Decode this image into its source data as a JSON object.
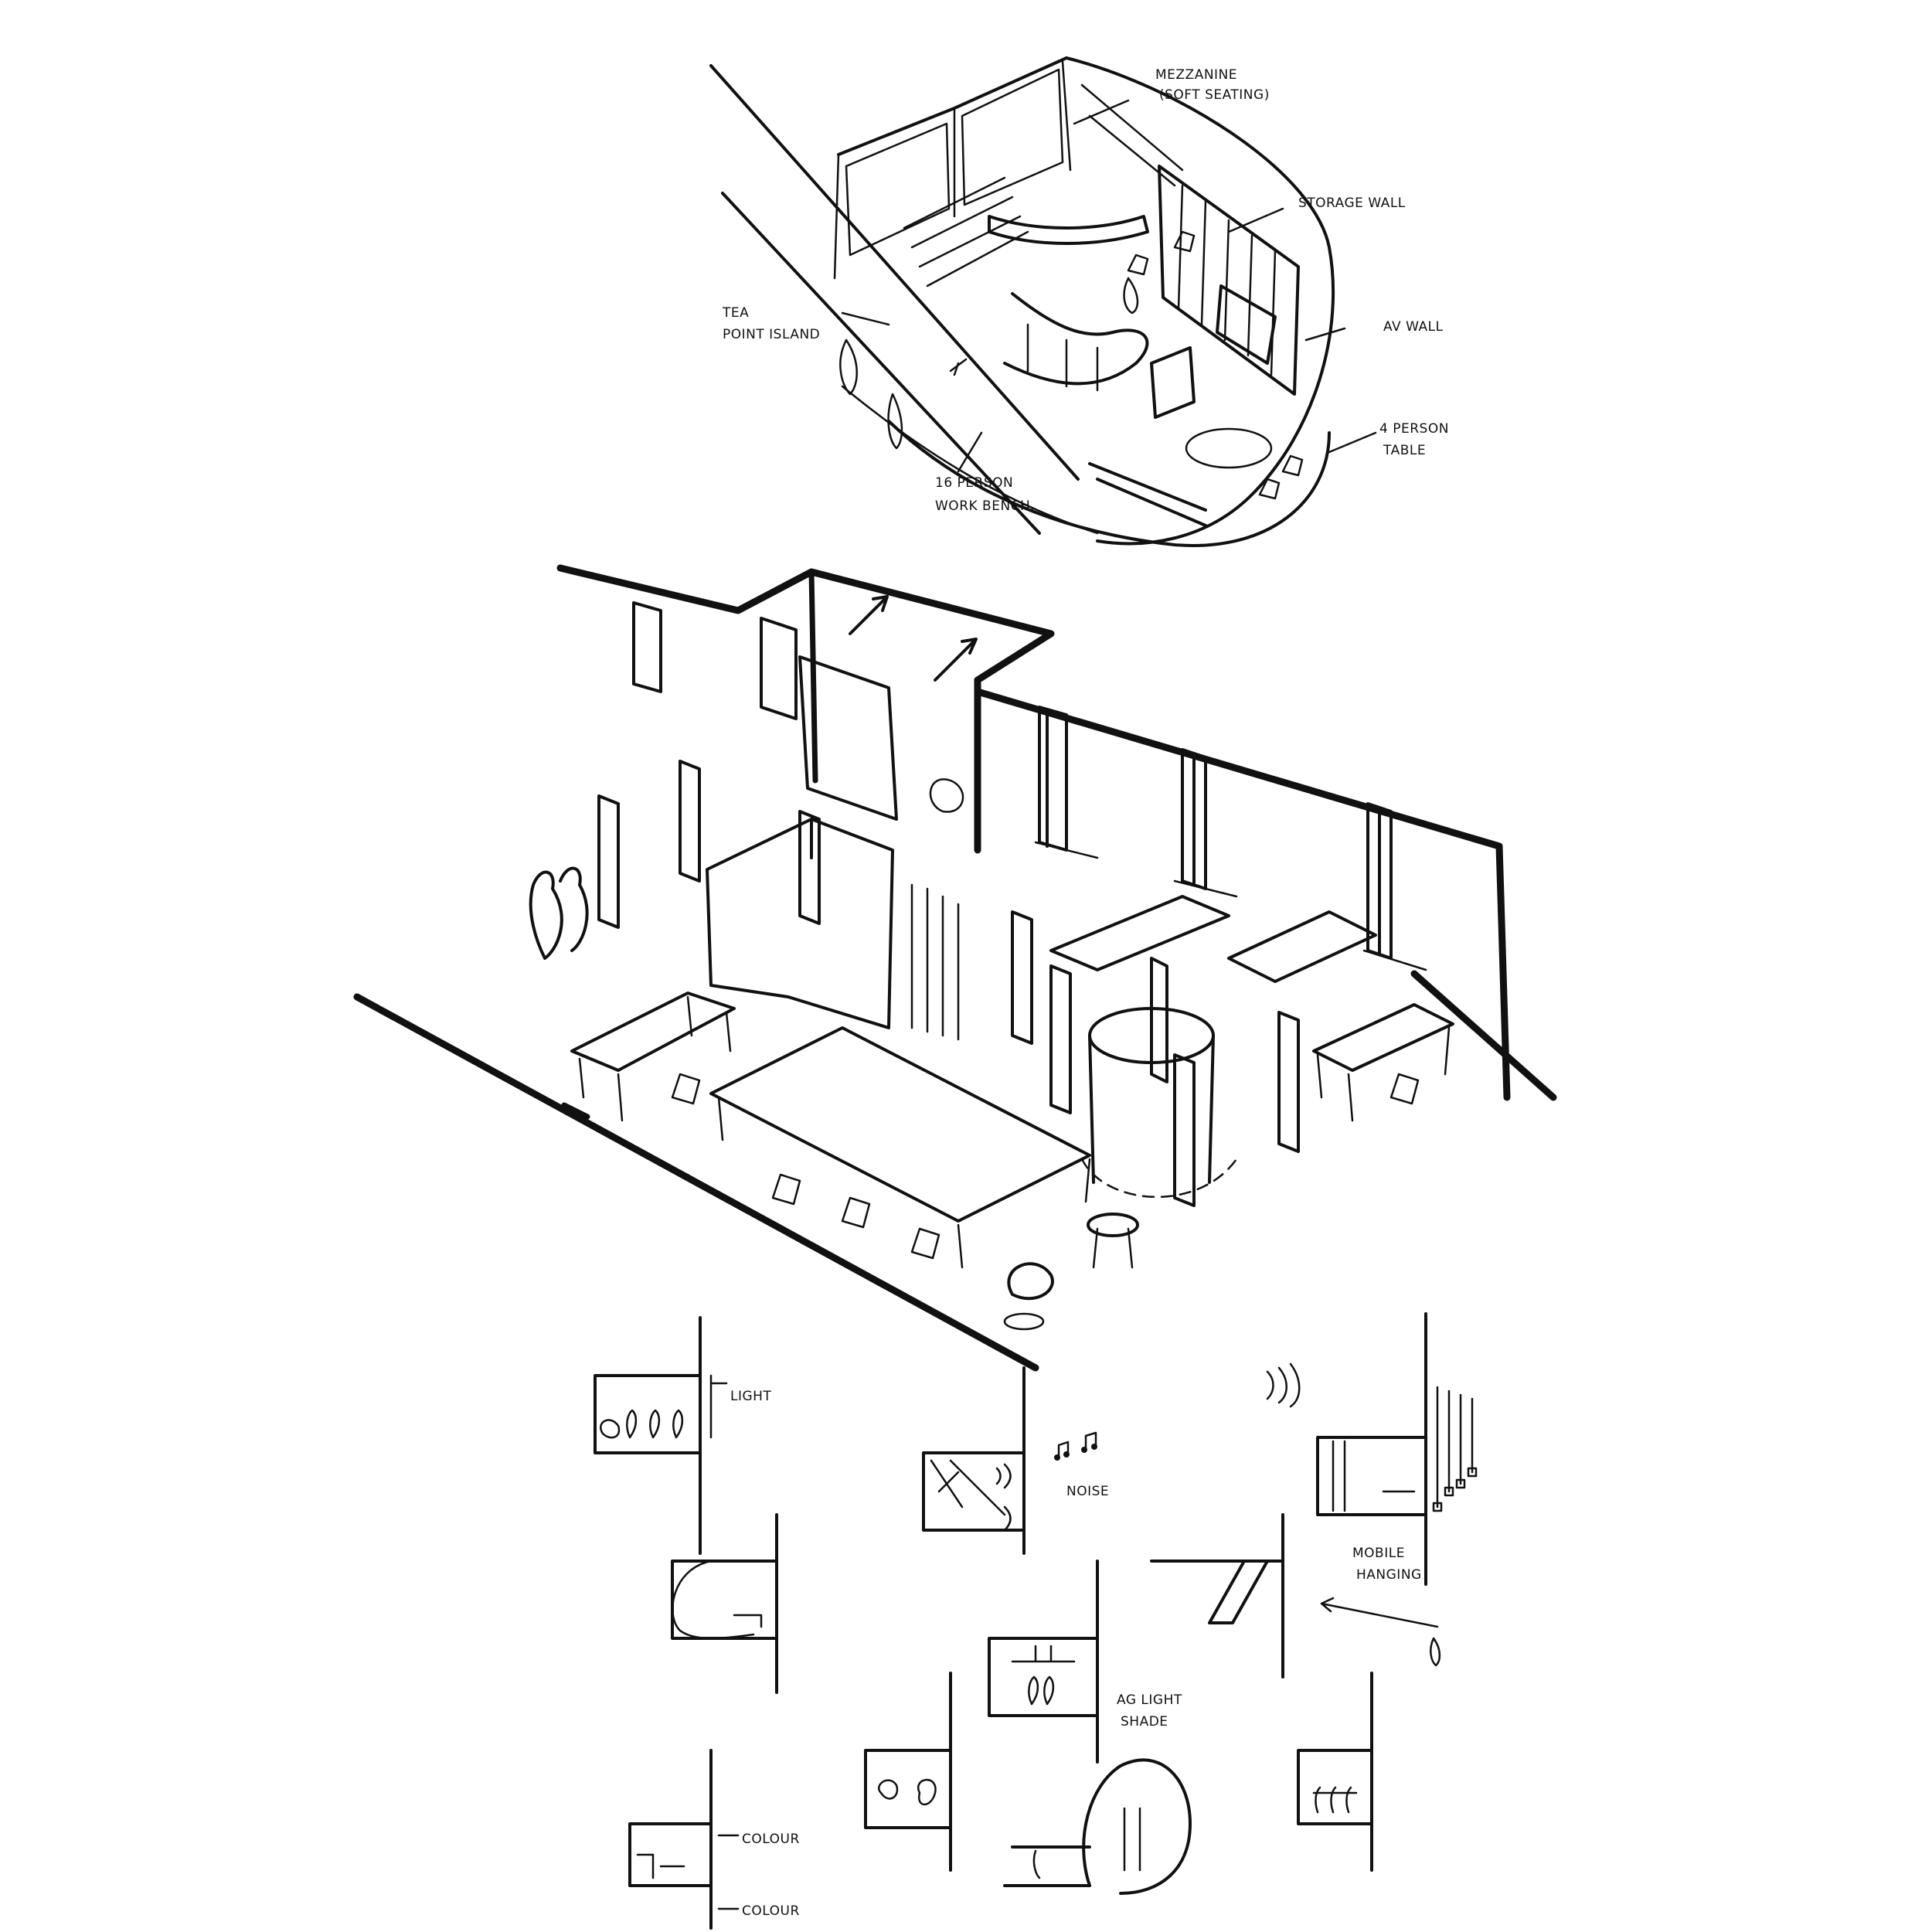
{
  "labels": {
    "mezzanine_1": "MEZZANINE",
    "mezzanine_2": "(SOFT SEATING)",
    "storage_wall": "STORAGE WALL",
    "tea_point_1": "TEA",
    "tea_point_2": "POINT ISLAND",
    "av_wall": "AV WALL",
    "four_person_1": "4 PERSON",
    "four_person_2": "TABLE",
    "workbench_1": "16 PERSON",
    "workbench_2": "WORK BENCH.",
    "light": "LIGHT",
    "noise": "NOISE",
    "mobile_hanging_1": "MOBILE",
    "mobile_hanging_2": "HANGING",
    "light_shade_1": "AG LIGHT",
    "light_shade_2": "SHADE",
    "colour_1": "COLOUR",
    "colour_2": "COLOUR"
  },
  "colors": {
    "ink": "#111111",
    "paper": "#ffffff"
  },
  "icons": [
    "arrow-icon",
    "chair-icon",
    "pendant-light-icon",
    "sound-wave-icon",
    "music-note-icon",
    "person-icon"
  ]
}
